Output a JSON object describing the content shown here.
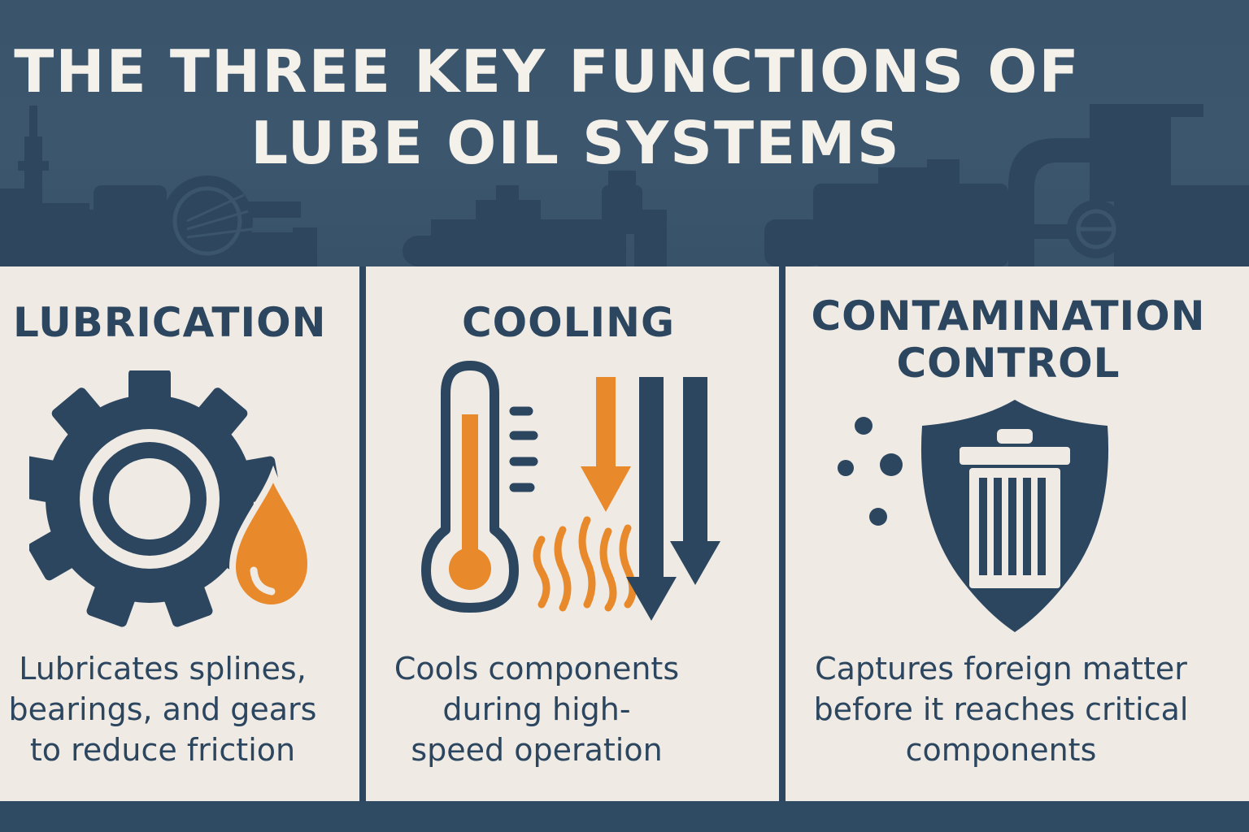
{
  "title": {
    "line1": "THE THREE KEY FUNCTIONS OF",
    "line2": "LUBE OIL SYSTEMS"
  },
  "panels": [
    {
      "heading": "LUBRICATION",
      "icon": "gear-oil-drop-icon",
      "description": "Lubricates splines,\nbearings, and gears\nto reduce friction"
    },
    {
      "heading": "COOLING",
      "icon": "thermometer-icon",
      "description": "Cools components\nduring high-\nspeed operation"
    },
    {
      "heading": "CONTAMINATION\nCONTROL",
      "icon": "shield-filter-icon",
      "description": "Captures foreign matter\nbefore it reaches critical\ncomponents"
    }
  ],
  "colors": {
    "navy": "#2c4660",
    "orange": "#e8892c",
    "panel_bg": "#efebe4",
    "header_bg": "#3a546c",
    "skyline": "#2f475e"
  }
}
